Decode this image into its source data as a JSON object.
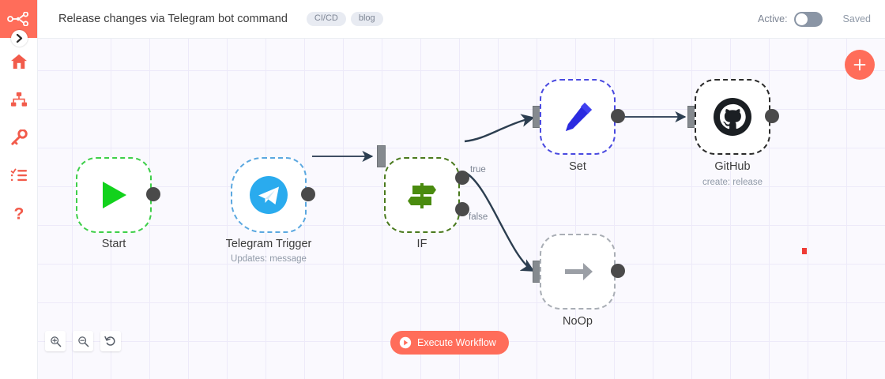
{
  "sidebar": {
    "logo": "n8n-logo-icon",
    "expand": {
      "icon": "chevron-right-icon",
      "title": "Expand sidebar"
    },
    "items": [
      {
        "icon": "home-icon",
        "label": "Home"
      },
      {
        "icon": "workflows-sitemap-icon",
        "label": "Workflows"
      },
      {
        "icon": "key-icon",
        "label": "Credentials"
      },
      {
        "icon": "executions-list-icon",
        "label": "Executions"
      },
      {
        "icon": "help-question-icon",
        "label": "Help"
      }
    ]
  },
  "header": {
    "title": "Release changes via Telegram bot command",
    "tags": [
      "CI/CD",
      "blog"
    ],
    "active_label": "Active:",
    "active_state": false,
    "save_status": "Saved"
  },
  "canvas": {
    "add_button": {
      "icon": "plus-icon",
      "label": "Add node"
    },
    "execute_button": {
      "icon": "play-circle-icon",
      "label": "Execute Workflow"
    },
    "controls": [
      {
        "icon": "zoom-in-icon",
        "label": "Zoom in"
      },
      {
        "icon": "zoom-out-icon",
        "label": "Zoom out"
      },
      {
        "icon": "reset-zoom-icon",
        "label": "Reset zoom"
      }
    ],
    "nodes": [
      {
        "id": "start",
        "name": "Start",
        "subtitle": "",
        "icon": "play-triangle-icon",
        "accent": "#2ecc3c"
      },
      {
        "id": "telegram",
        "name": "Telegram Trigger",
        "subtitle": "Updates: message",
        "icon": "telegram-icon",
        "accent": "#2aabee"
      },
      {
        "id": "if",
        "name": "IF",
        "subtitle": "",
        "icon": "signpost-icon",
        "accent": "#408000"
      },
      {
        "id": "set",
        "name": "Set",
        "subtitle": "",
        "icon": "pencil-icon",
        "accent": "#2b2be0"
      },
      {
        "id": "github",
        "name": "GitHub",
        "subtitle": "create: release",
        "icon": "github-icon",
        "accent": "#1a1a1a"
      },
      {
        "id": "noop",
        "name": "NoOp",
        "subtitle": "",
        "icon": "arrow-right-icon",
        "accent": "#9b9fa6"
      }
    ],
    "branch_labels": {
      "true": "true",
      "false": "false"
    }
  }
}
